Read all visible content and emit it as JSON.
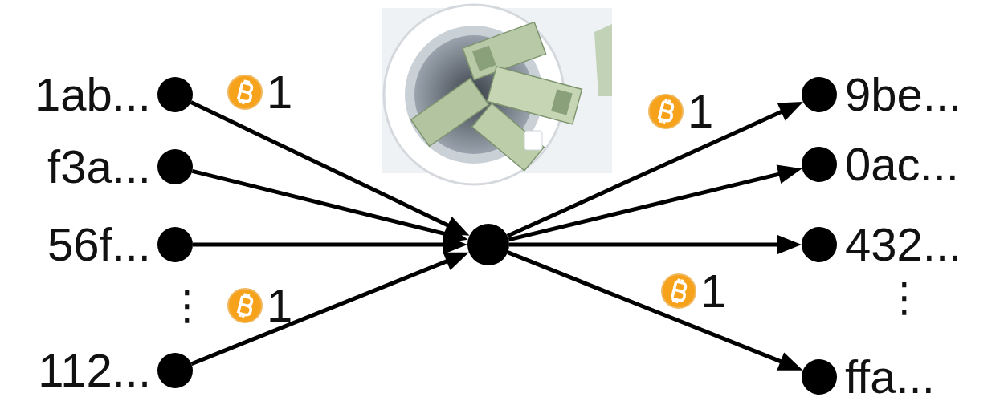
{
  "diagram": {
    "nodes": [
      {
        "text": [
          "1ab..."
        ]
      },
      {
        "text": [
          "f3a..."
        ]
      },
      {
        "text": [
          "56f..."
        ]
      },
      {
        "text": [
          "112..."
        ]
      },
      {
        "text": []
      },
      {
        "text": [
          "9be..."
        ]
      },
      {
        "text": [
          "0ac..."
        ]
      },
      {
        "text": [
          "432..."
        ]
      },
      {
        "text": [
          "ffa..."
        ]
      }
    ],
    "edges": [
      {
        "from": 0,
        "to": 4,
        "arrow": "to",
        "label": "1"
      },
      {
        "from": 1,
        "to": 4,
        "arrow": "to"
      },
      {
        "from": 2,
        "to": 4,
        "arrow": "to"
      },
      {
        "from": 3,
        "to": 4,
        "arrow": "to",
        "label": "1"
      },
      {
        "from": 4,
        "to": 5,
        "arrow": "to",
        "label": "1"
      },
      {
        "from": 4,
        "to": 6,
        "arrow": "to"
      },
      {
        "from": 4,
        "to": 7,
        "arrow": "to"
      },
      {
        "from": 4,
        "to": 8,
        "arrow": "to",
        "label": "1"
      }
    ],
    "labels": [
      "⋮",
      "⋮"
    ]
  }
}
